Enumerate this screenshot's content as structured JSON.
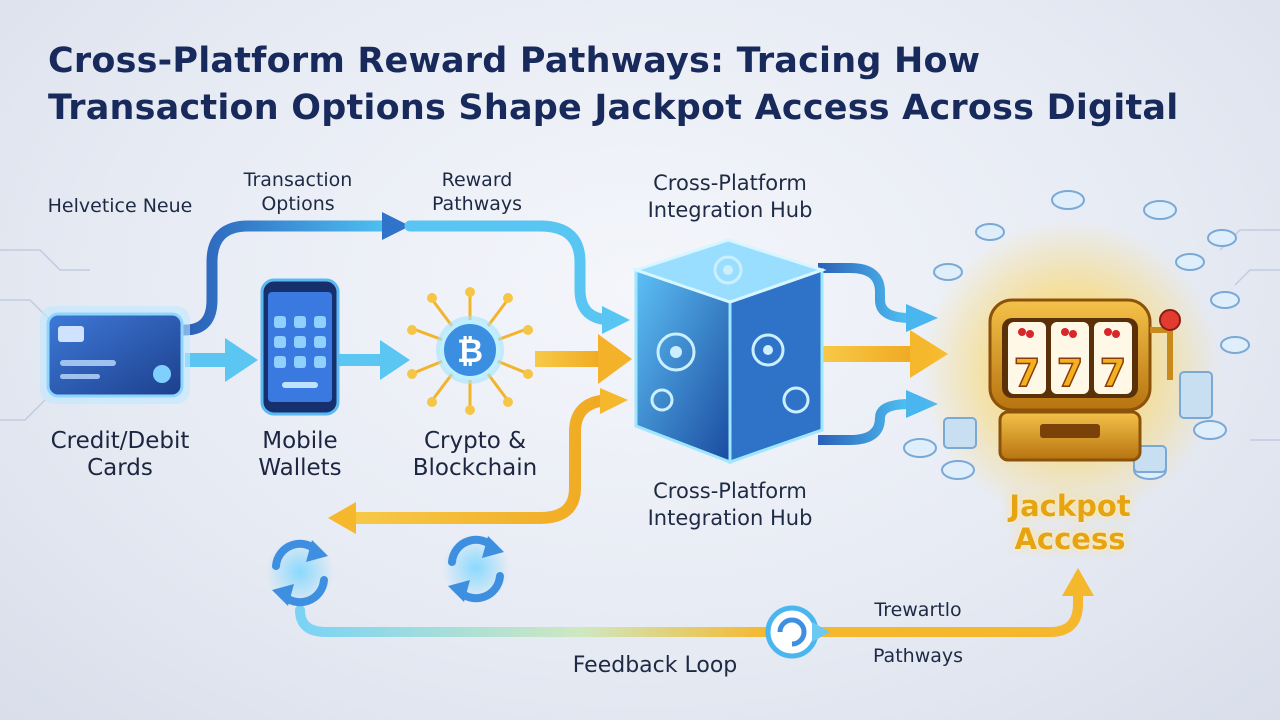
{
  "title": {
    "line1": "Cross-Platform Reward Pathways: Tracing How",
    "line2": "Transaction Options Shape Jackpot Access Across Digital"
  },
  "labels": {
    "font_note": "Helvetice Neue",
    "transaction_options": [
      "Transaction",
      "Options"
    ],
    "reward_pathways": [
      "Reward",
      "Pathways"
    ],
    "hub_top": [
      "Cross-Platform",
      "Integration Hub"
    ],
    "hub_bottom": [
      "Cross-Platform",
      "Integration Hub"
    ],
    "credit_cards": [
      "Credit/Debit",
      "Cards"
    ],
    "mobile_wallets": [
      "Mobile",
      "Wallets"
    ],
    "crypto": [
      "Crypto &",
      "Blockchain"
    ],
    "jackpot": [
      "Jackpot",
      "Access"
    ],
    "feedback_loop": "Feedback Loop",
    "trewartlo": "Trewartlo",
    "pathways": "Pathways"
  },
  "icons": {
    "card": "credit-card-icon",
    "phone": "smartphone-icon",
    "crypto": "bitcoin-icon",
    "hub": "integration-cube-icon",
    "jackpot": "slot-machine-icon",
    "loop": "refresh-icon"
  },
  "slot_reels": [
    "7",
    "7",
    "7"
  ],
  "colors": {
    "title": "#182a5c",
    "blue_flow": "#4ab6ef",
    "gold_flow": "#f5b72c",
    "jackpot_text": "#e6a413"
  }
}
